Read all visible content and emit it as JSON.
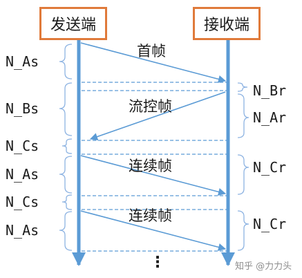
{
  "nodes": {
    "sender": "发送端",
    "receiver": "接收端"
  },
  "frames": {
    "first": "首帧",
    "flow_control": "流控帧",
    "consecutive_1": "连续帧",
    "consecutive_2": "连续帧"
  },
  "left_timers": [
    "N_As",
    "N_Bs",
    "N_Cs",
    "N_As",
    "N_Cs",
    "N_As"
  ],
  "right_timers": [
    "N_Br",
    "N_Ar",
    "N_Cr",
    "N_Cr"
  ],
  "continuation": "⋮",
  "watermark": "知乎 @力力头",
  "colors": {
    "box_border": "#e07a3a",
    "arrow": "#5b9bd5",
    "lifeline": "#5b9bd5",
    "brace": "#8db3e2"
  }
}
